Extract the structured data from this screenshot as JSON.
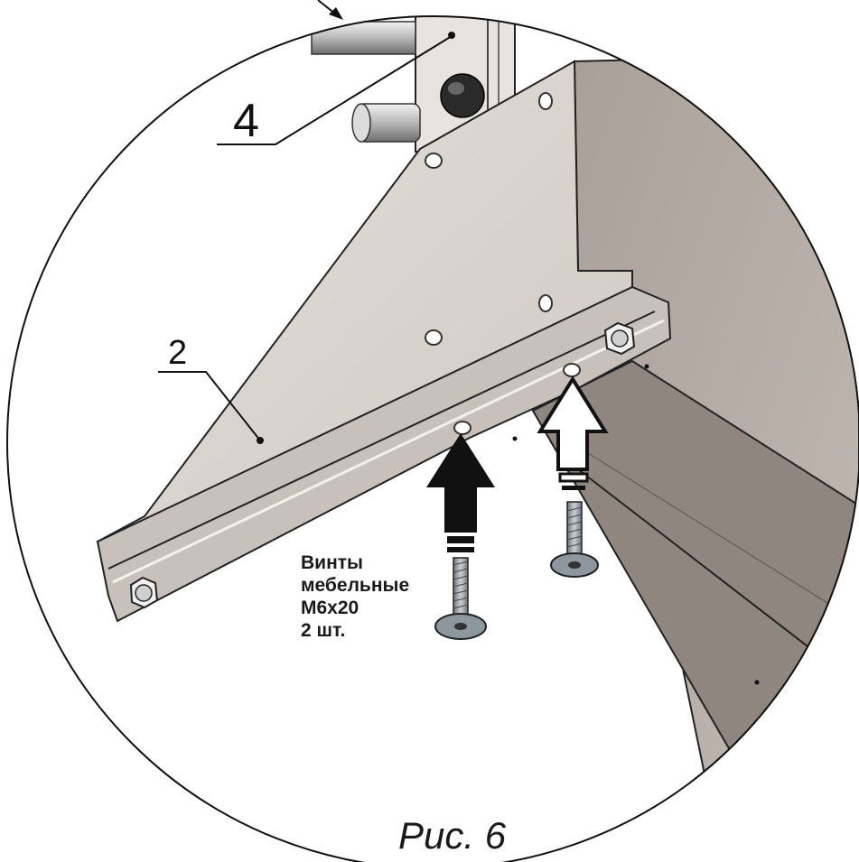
{
  "callouts": {
    "part_4": "4",
    "part_2": "2"
  },
  "screw_note": {
    "line1": "Винты",
    "line2": "мебельные",
    "line3": "М6х20",
    "line4": "2 шт."
  },
  "caption": "Рис. 6",
  "colors": {
    "panel_light": "#d8d2cd",
    "panel_shadow": "#9a928c",
    "wall_gray": "#b3aaa4",
    "line": "#111111",
    "screw": "#8e969e"
  }
}
